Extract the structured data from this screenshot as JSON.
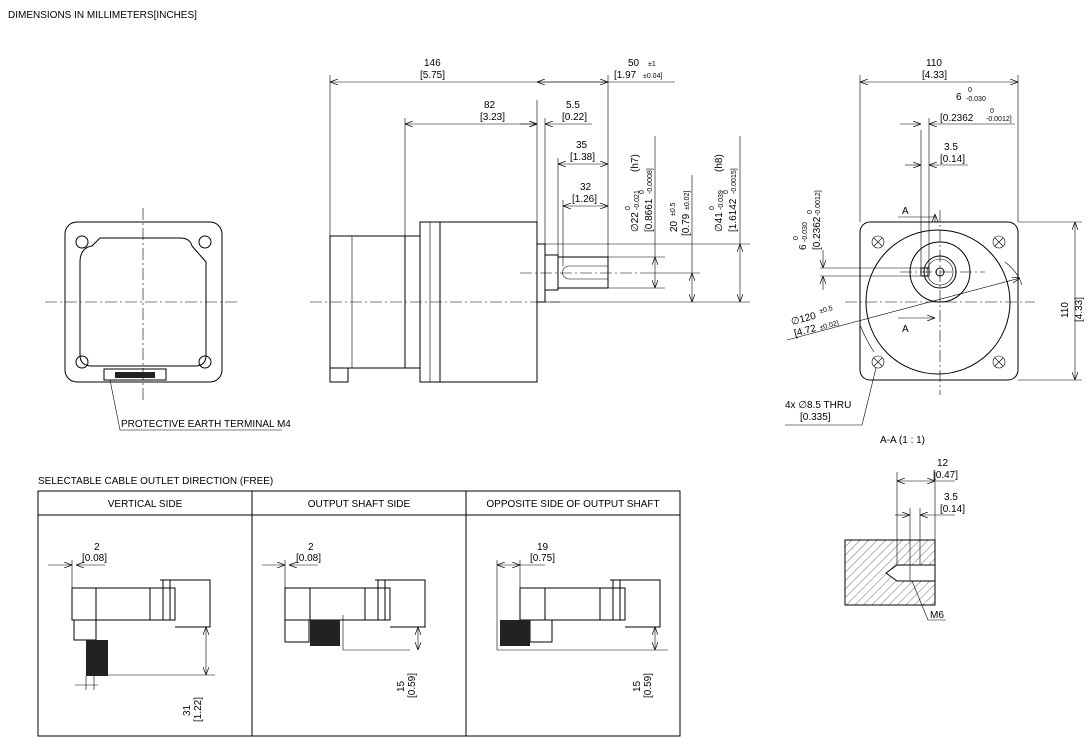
{
  "header": "DIMENSIONS IN MILLIMETERS[INCHES]",
  "front_view": {
    "pe_label": "PROTECTIVE EARTH TERMINAL M4"
  },
  "side_view": {
    "overall": {
      "mm": "146",
      "in": "[5.75]"
    },
    "gearhead": {
      "mm": "82",
      "in": "[3.23]"
    },
    "shaft_len": {
      "mm": "50",
      "mm_tol": "±1",
      "in": "[1.97",
      "in_tol": "±0.04]"
    },
    "boss": {
      "mm": "5.5",
      "in": "[0.22]"
    },
    "shaft_35": {
      "mm": "35",
      "in": "[1.38]"
    },
    "key_32": {
      "mm": "32",
      "in": "[1.26]"
    },
    "dia22": {
      "mm": "∅22",
      "tol_up": "0",
      "tol_lo": "-0.021",
      "fit": "(h7)",
      "in": "[0.8661",
      "in_up": "0",
      "in_lo": "-0.0008]"
    },
    "offset20": {
      "mm": "20",
      "tol": "±0.5",
      "in": "[0.79",
      "in_tol": "±0.02]"
    },
    "dia41": {
      "mm": "∅41",
      "tol_up": "0",
      "tol_lo": "-0.039",
      "fit": "(h8)",
      "in": "[1.6142",
      "in_up": "0",
      "in_lo": "-0.0015]"
    }
  },
  "end_view": {
    "width": {
      "mm": "110",
      "in": "[4.33]"
    },
    "height": {
      "mm": "110",
      "in": "[4.33]"
    },
    "key_width": {
      "mm": "6",
      "tol_up": "0",
      "tol_lo": "-0.030",
      "in": "[0.2362",
      "in_up": "0",
      "in_lo": "-0.0012]"
    },
    "key_depth": {
      "mm": "3.5",
      "in": "[0.14]"
    },
    "key_height": {
      "mm": "6",
      "tol_up": "0",
      "tol_lo": "-0.030",
      "in": "[0.2362",
      "in_up": "0",
      "in_lo": "-0.0012]"
    },
    "pilot": {
      "mm": "∅120",
      "tol": "±0.5",
      "in": "[4.72",
      "in_tol": "±0.02]"
    },
    "holes": {
      "mm": "4x ∅8.5 THRU",
      "in": "[0.335]"
    },
    "section_mark": "A",
    "section_title": "A-A (1 : 1)"
  },
  "section": {
    "depth": {
      "mm": "12",
      "in": "[0.47]"
    },
    "offset": {
      "mm": "3.5",
      "in": "[0.14]"
    },
    "thread": "M6"
  },
  "cable_table": {
    "title": "SELECTABLE CABLE OUTLET DIRECTION (FREE)",
    "columns": [
      {
        "header": "VERTICAL SIDE",
        "top": {
          "mm": "2",
          "in": "[0.08]"
        },
        "side": {
          "mm": "31",
          "in": "[1.22]"
        }
      },
      {
        "header": "OUTPUT SHAFT SIDE",
        "top": {
          "mm": "2",
          "in": "[0.08]"
        },
        "side": {
          "mm": "15",
          "in": "[0.59]"
        }
      },
      {
        "header": "OPPOSITE SIDE OF OUTPUT SHAFT",
        "top": {
          "mm": "19",
          "in": "[0.75]"
        },
        "side": {
          "mm": "15",
          "in": "[0.59]"
        }
      }
    ]
  }
}
